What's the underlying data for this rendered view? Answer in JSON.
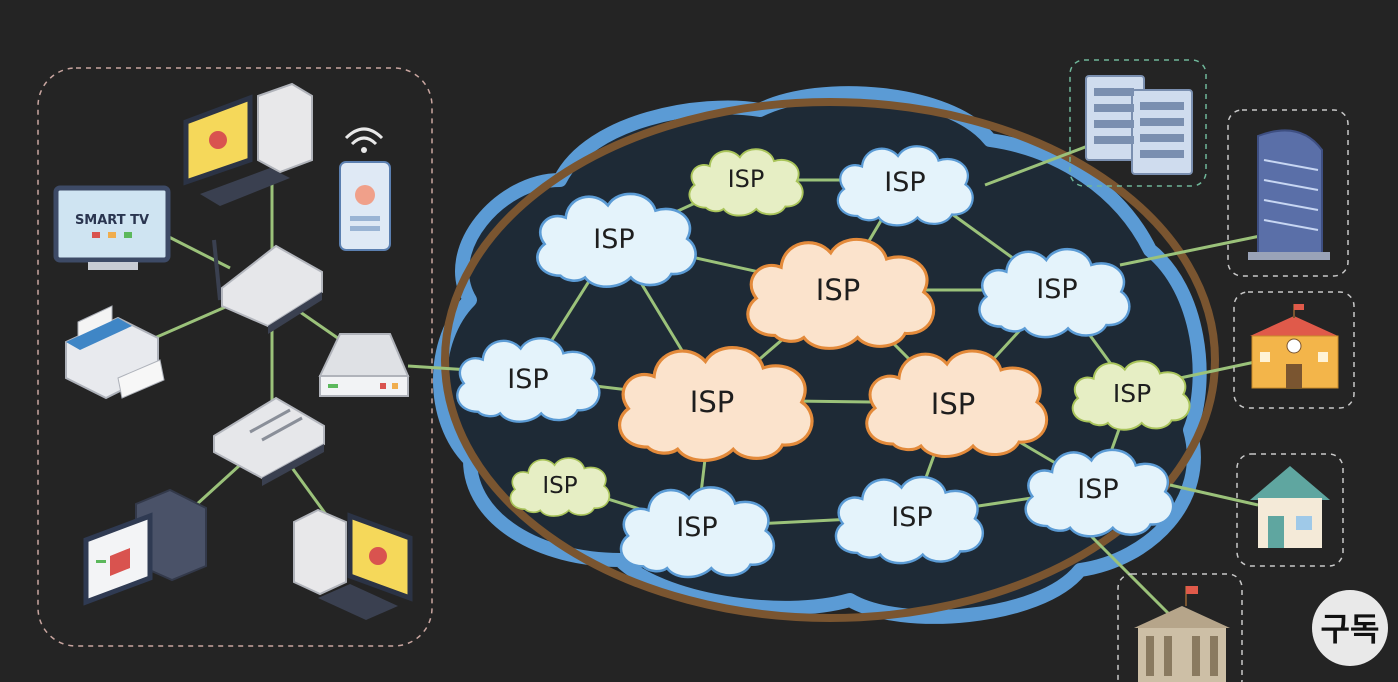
{
  "devices": {
    "smart_tv_label": "SMART TV"
  },
  "isp_label": "ISP",
  "subscribe_badge": "구독",
  "colors": {
    "background": "#242424",
    "link_line": "#9bc27a",
    "blue_cloud_outline": "#5b9bd5",
    "blue_cloud_fill": "#e4f3fb",
    "orange_cloud_outline": "#e38a3a",
    "orange_cloud_fill": "#fbe3cc",
    "green_cloud_outline": "#a9c45a",
    "green_cloud_fill": "#e6eec4",
    "internet_ring": "#7a5530",
    "internet_blob": "#5b9bd5"
  }
}
